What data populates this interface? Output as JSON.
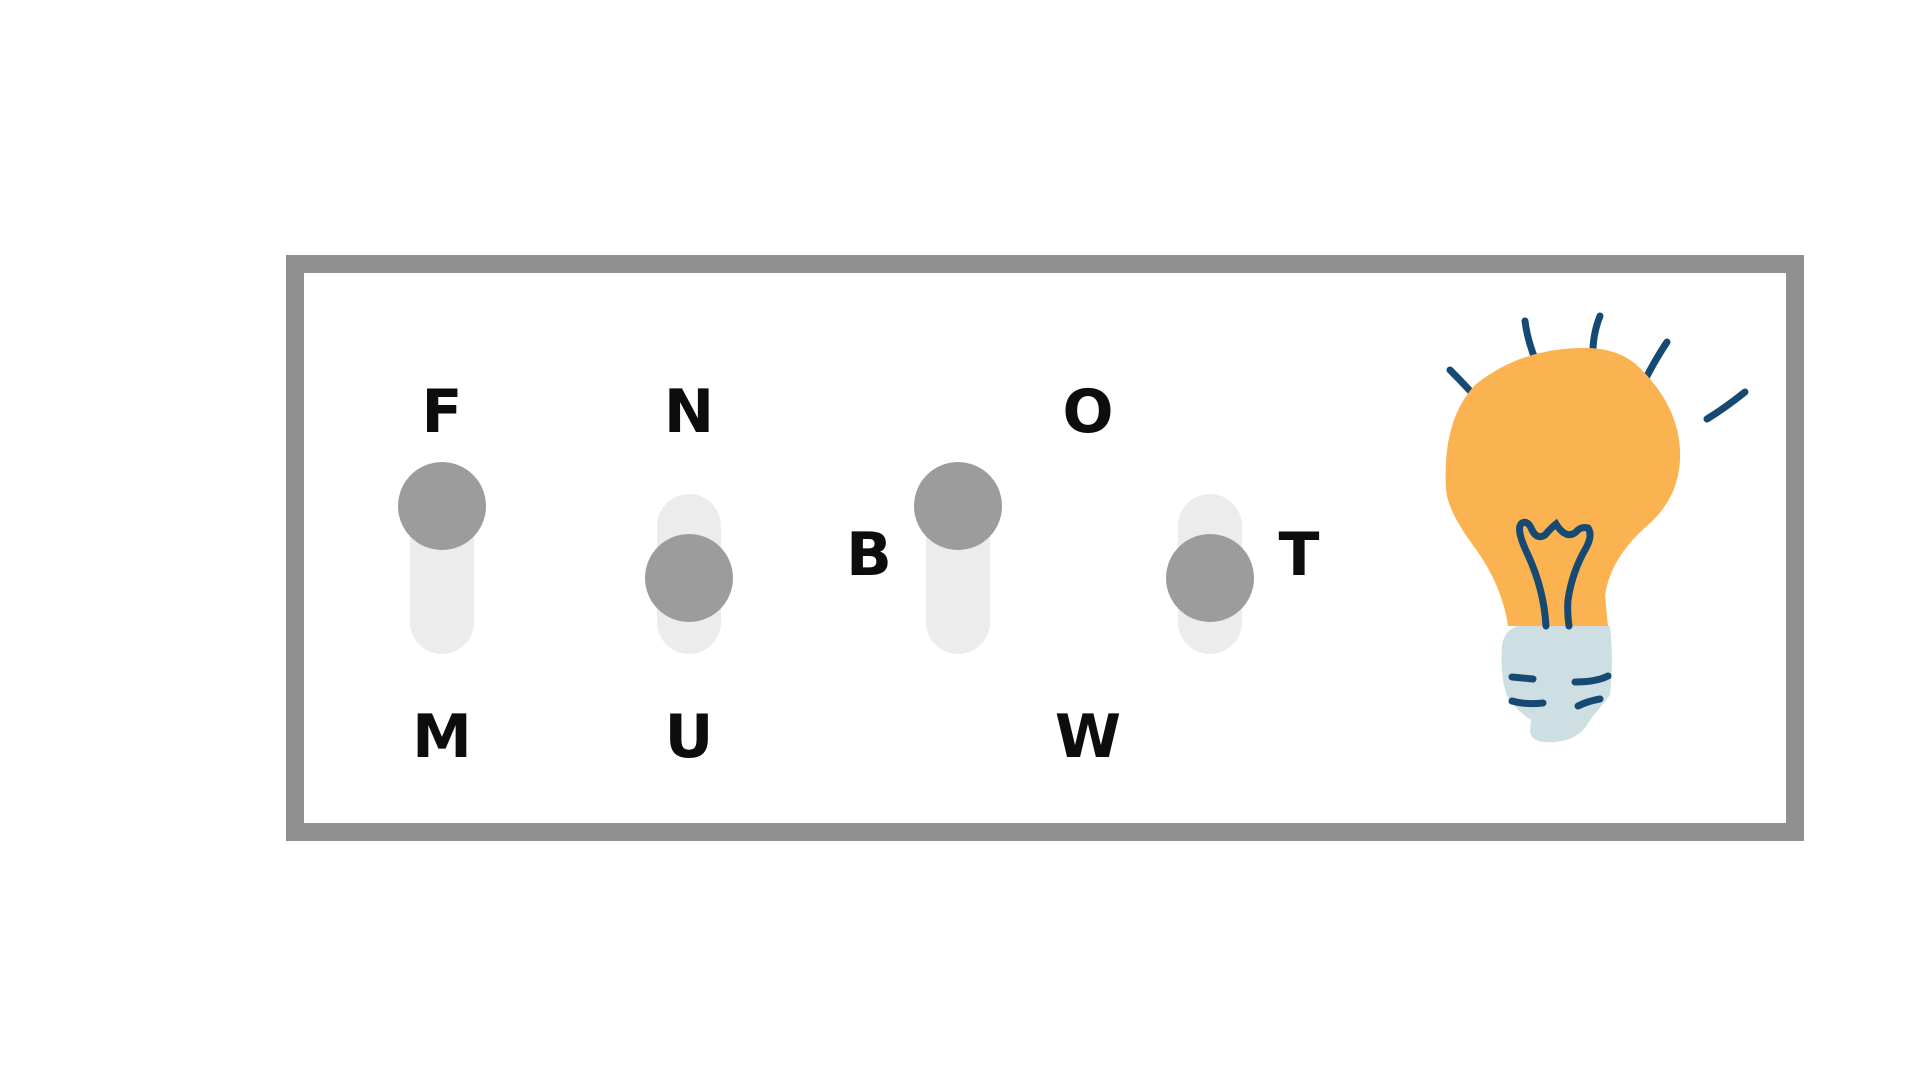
{
  "letters": {
    "f": "F",
    "n": "N",
    "o": "O",
    "b": "B",
    "t": "T",
    "m": "M",
    "u": "U",
    "w": "W"
  },
  "switches": [
    {
      "state": "up"
    },
    {
      "state": "down"
    },
    {
      "state": "up"
    },
    {
      "state": "down"
    }
  ],
  "colors": {
    "frame": "#8f8f8f",
    "track": "#ececec",
    "knob": "#9c9c9c",
    "bulb_glass": "#fab350",
    "bulb_base": "#cddfe2",
    "bulb_lines": "#164a73"
  },
  "icons": {
    "bulb": "lightbulb-icon"
  }
}
